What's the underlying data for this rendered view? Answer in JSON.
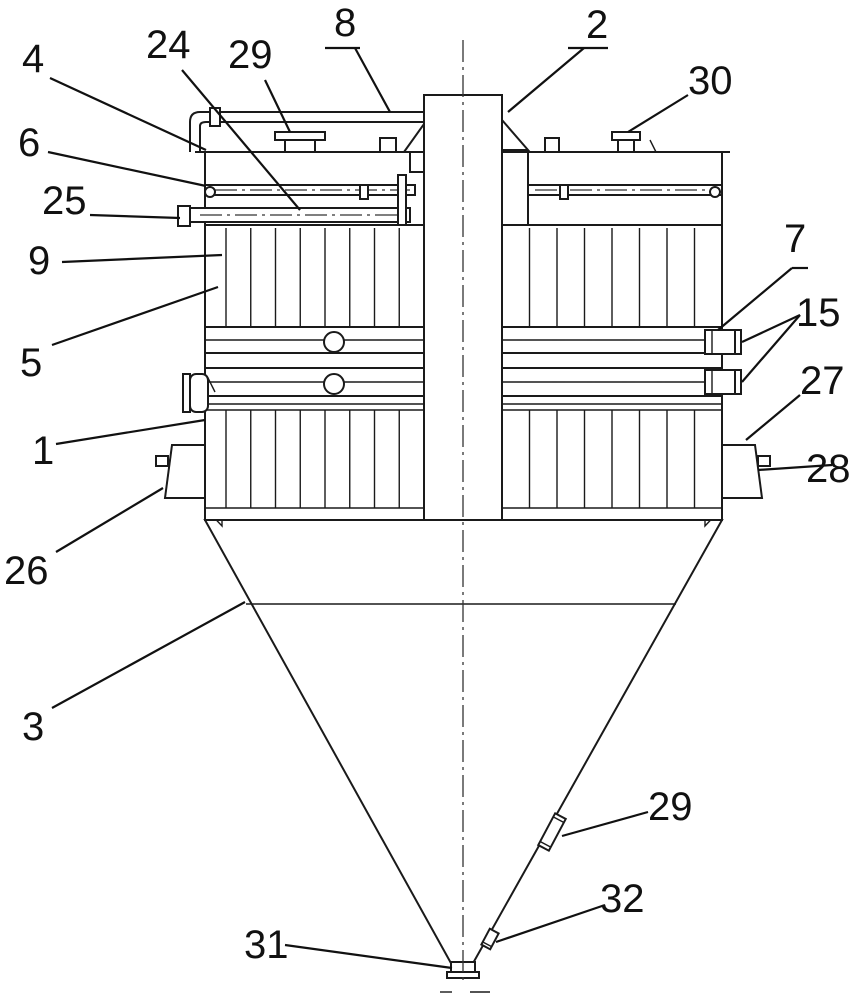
{
  "labels": [
    {
      "id": "l4",
      "text": "4"
    },
    {
      "id": "l24",
      "text": "24"
    },
    {
      "id": "l29a",
      "text": "29"
    },
    {
      "id": "l8",
      "text": "8"
    },
    {
      "id": "l2",
      "text": "2"
    },
    {
      "id": "l30",
      "text": "30"
    },
    {
      "id": "l6",
      "text": "6"
    },
    {
      "id": "l25",
      "text": "25"
    },
    {
      "id": "l9",
      "text": "9"
    },
    {
      "id": "l7",
      "text": "7"
    },
    {
      "id": "l15",
      "text": "15"
    },
    {
      "id": "l5",
      "text": "5"
    },
    {
      "id": "l27",
      "text": "27"
    },
    {
      "id": "l1",
      "text": "1"
    },
    {
      "id": "l28",
      "text": "28"
    },
    {
      "id": "l26",
      "text": "26"
    },
    {
      "id": "l3",
      "text": "3"
    },
    {
      "id": "l29b",
      "text": "29"
    },
    {
      "id": "l32",
      "text": "32"
    },
    {
      "id": "l31",
      "text": "31"
    }
  ]
}
